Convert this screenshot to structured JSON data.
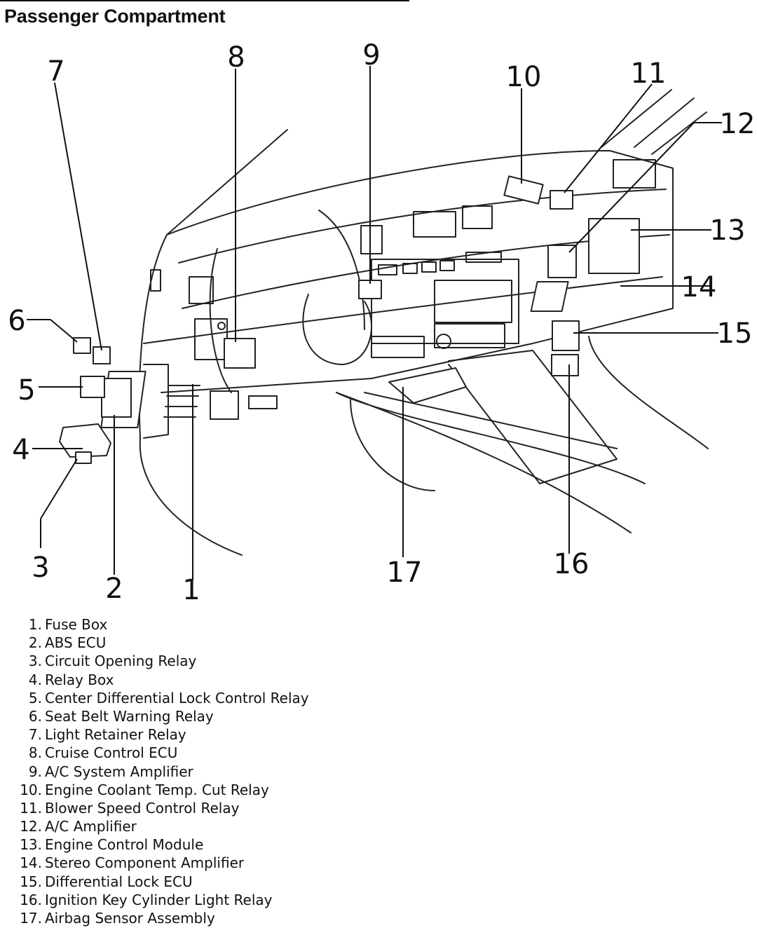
{
  "page": {
    "title": "Passenger Compartment"
  },
  "callouts": [
    "1",
    "2",
    "3",
    "4",
    "5",
    "6",
    "7",
    "8",
    "9",
    "10",
    "11",
    "12",
    "13",
    "14",
    "15",
    "16",
    "17"
  ],
  "legend": [
    {
      "num": "1.",
      "label": "Fuse Box"
    },
    {
      "num": "2.",
      "label": "ABS ECU"
    },
    {
      "num": "3.",
      "label": "Circuit Opening Relay"
    },
    {
      "num": "4.",
      "label": "Relay Box"
    },
    {
      "num": "5.",
      "label": "Center Differential Lock Control Relay"
    },
    {
      "num": "6.",
      "label": "Seat Belt Warning Relay"
    },
    {
      "num": "7.",
      "label": "Light Retainer Relay"
    },
    {
      "num": "8.",
      "label": "Cruise Control ECU"
    },
    {
      "num": "9.",
      "label": "A/C System Amplifier"
    },
    {
      "num": "10.",
      "label": "Engine Coolant Temp. Cut Relay"
    },
    {
      "num": "11.",
      "label": "Blower Speed Control Relay"
    },
    {
      "num": "12.",
      "label": "A/C Amplifier"
    },
    {
      "num": "13.",
      "label": "Engine Control Module"
    },
    {
      "num": "14.",
      "label": "Stereo Component Amplifier"
    },
    {
      "num": "15.",
      "label": "Differential Lock ECU"
    },
    {
      "num": "16.",
      "label": "Ignition Key Cylinder Light Relay"
    },
    {
      "num": "17.",
      "label": "Airbag Sensor Assembly"
    }
  ]
}
